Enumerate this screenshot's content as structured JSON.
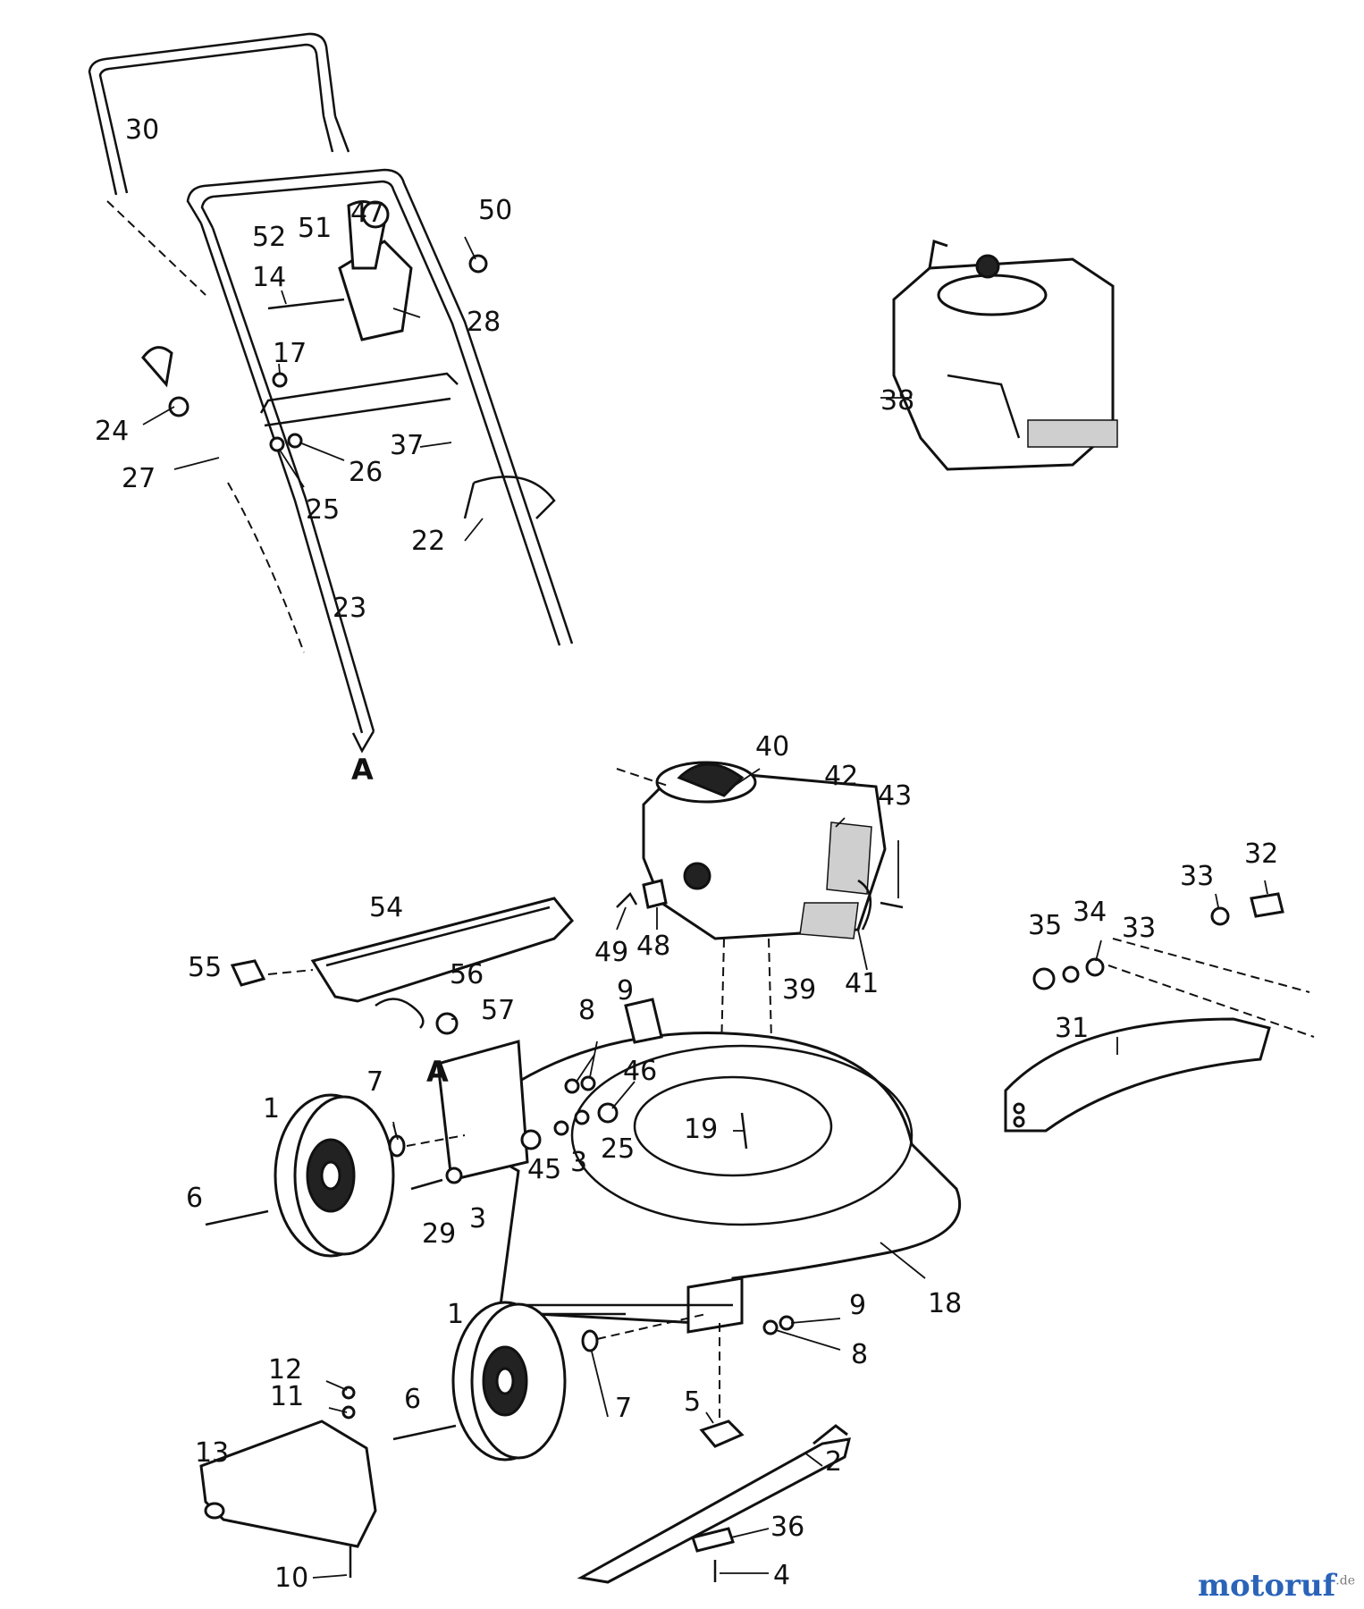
{
  "diagram": {
    "callouts": [
      {
        "id": "c30",
        "text": "30"
      },
      {
        "id": "c47",
        "text": "47"
      },
      {
        "id": "c52",
        "text": "52"
      },
      {
        "id": "c51",
        "text": "51"
      },
      {
        "id": "c50",
        "text": "50"
      },
      {
        "id": "c14",
        "text": "14"
      },
      {
        "id": "c28",
        "text": "28"
      },
      {
        "id": "c17",
        "text": "17"
      },
      {
        "id": "c24",
        "text": "24"
      },
      {
        "id": "c37",
        "text": "37"
      },
      {
        "id": "c26",
        "text": "26"
      },
      {
        "id": "c27",
        "text": "27"
      },
      {
        "id": "c25a",
        "text": "25"
      },
      {
        "id": "c22",
        "text": "22"
      },
      {
        "id": "c23",
        "text": "23"
      },
      {
        "id": "cA1",
        "text": "A"
      },
      {
        "id": "c38",
        "text": "38"
      },
      {
        "id": "c40",
        "text": "40"
      },
      {
        "id": "c42",
        "text": "42"
      },
      {
        "id": "c43",
        "text": "43"
      },
      {
        "id": "c32",
        "text": "32"
      },
      {
        "id": "c33a",
        "text": "33"
      },
      {
        "id": "c54",
        "text": "54"
      },
      {
        "id": "c35",
        "text": "35"
      },
      {
        "id": "c34",
        "text": "34"
      },
      {
        "id": "c33b",
        "text": "33"
      },
      {
        "id": "c49",
        "text": "49"
      },
      {
        "id": "c48",
        "text": "48"
      },
      {
        "id": "c39",
        "text": "39"
      },
      {
        "id": "c41",
        "text": "41"
      },
      {
        "id": "c55",
        "text": "55"
      },
      {
        "id": "c56",
        "text": "56"
      },
      {
        "id": "c57",
        "text": "57"
      },
      {
        "id": "c31",
        "text": "31"
      },
      {
        "id": "c9a",
        "text": "9"
      },
      {
        "id": "c8a",
        "text": "8"
      },
      {
        "id": "c46",
        "text": "46"
      },
      {
        "id": "cA2",
        "text": "A"
      },
      {
        "id": "c7a",
        "text": "7"
      },
      {
        "id": "c1a",
        "text": "1"
      },
      {
        "id": "c19",
        "text": "19"
      },
      {
        "id": "c45",
        "text": "45"
      },
      {
        "id": "c3a",
        "text": "3"
      },
      {
        "id": "c25b",
        "text": "25"
      },
      {
        "id": "c6a",
        "text": "6"
      },
      {
        "id": "c29",
        "text": "29"
      },
      {
        "id": "c3b",
        "text": "3"
      },
      {
        "id": "c18",
        "text": "18"
      },
      {
        "id": "c9b",
        "text": "9"
      },
      {
        "id": "c8b",
        "text": "8"
      },
      {
        "id": "c1b",
        "text": "1"
      },
      {
        "id": "c12",
        "text": "12"
      },
      {
        "id": "c11",
        "text": "11"
      },
      {
        "id": "c6b",
        "text": "6"
      },
      {
        "id": "c7b",
        "text": "7"
      },
      {
        "id": "c5",
        "text": "5"
      },
      {
        "id": "c2",
        "text": "2"
      },
      {
        "id": "c13",
        "text": "13"
      },
      {
        "id": "c36",
        "text": "36"
      },
      {
        "id": "c10",
        "text": "10"
      },
      {
        "id": "c4",
        "text": "4"
      }
    ]
  },
  "watermark": {
    "main": "motoruf",
    "tld": ".de"
  }
}
